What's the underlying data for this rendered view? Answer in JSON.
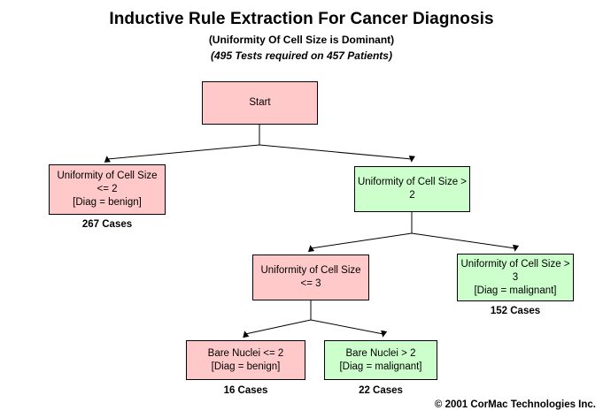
{
  "titles": {
    "main": "Inductive Rule Extraction For Cancer Diagnosis",
    "sub1": "(Uniformity Of Cell Size is Dominant)",
    "sub2": "(495 Tests required on 457 Patients)"
  },
  "colors": {
    "pink": "#ffc9c9",
    "green": "#ccffcc",
    "border": "#000000",
    "edge": "#000000",
    "background": "#ffffff"
  },
  "nodes": {
    "start": {
      "lines": [
        "Start"
      ],
      "fill": "pink"
    },
    "cell_size_le2": {
      "lines": [
        "Uniformity of Cell Size",
        "<= 2",
        "[Diag = benign]"
      ],
      "fill": "pink",
      "cases": "267 Cases"
    },
    "cell_size_gt2": {
      "lines": [
        "Uniformity of Cell Size >",
        "2"
      ],
      "fill": "green"
    },
    "cell_size_le3": {
      "lines": [
        "Uniformity of Cell Size",
        "<= 3"
      ],
      "fill": "pink"
    },
    "cell_size_gt3": {
      "lines": [
        "Uniformity of Cell Size >",
        "3",
        "[Diag = malignant]"
      ],
      "fill": "green",
      "cases": "152 Cases"
    },
    "bare_nuclei_le2": {
      "lines": [
        "Bare Nuclei <= 2",
        "[Diag = benign]"
      ],
      "fill": "pink",
      "cases": "16 Cases"
    },
    "bare_nuclei_gt2": {
      "lines": [
        "Bare Nuclei > 2",
        "[Diag = malignant]"
      ],
      "fill": "green",
      "cases": "22 Cases"
    }
  },
  "footer": {
    "copyright": "© 2001 CorMac Technologies Inc."
  }
}
